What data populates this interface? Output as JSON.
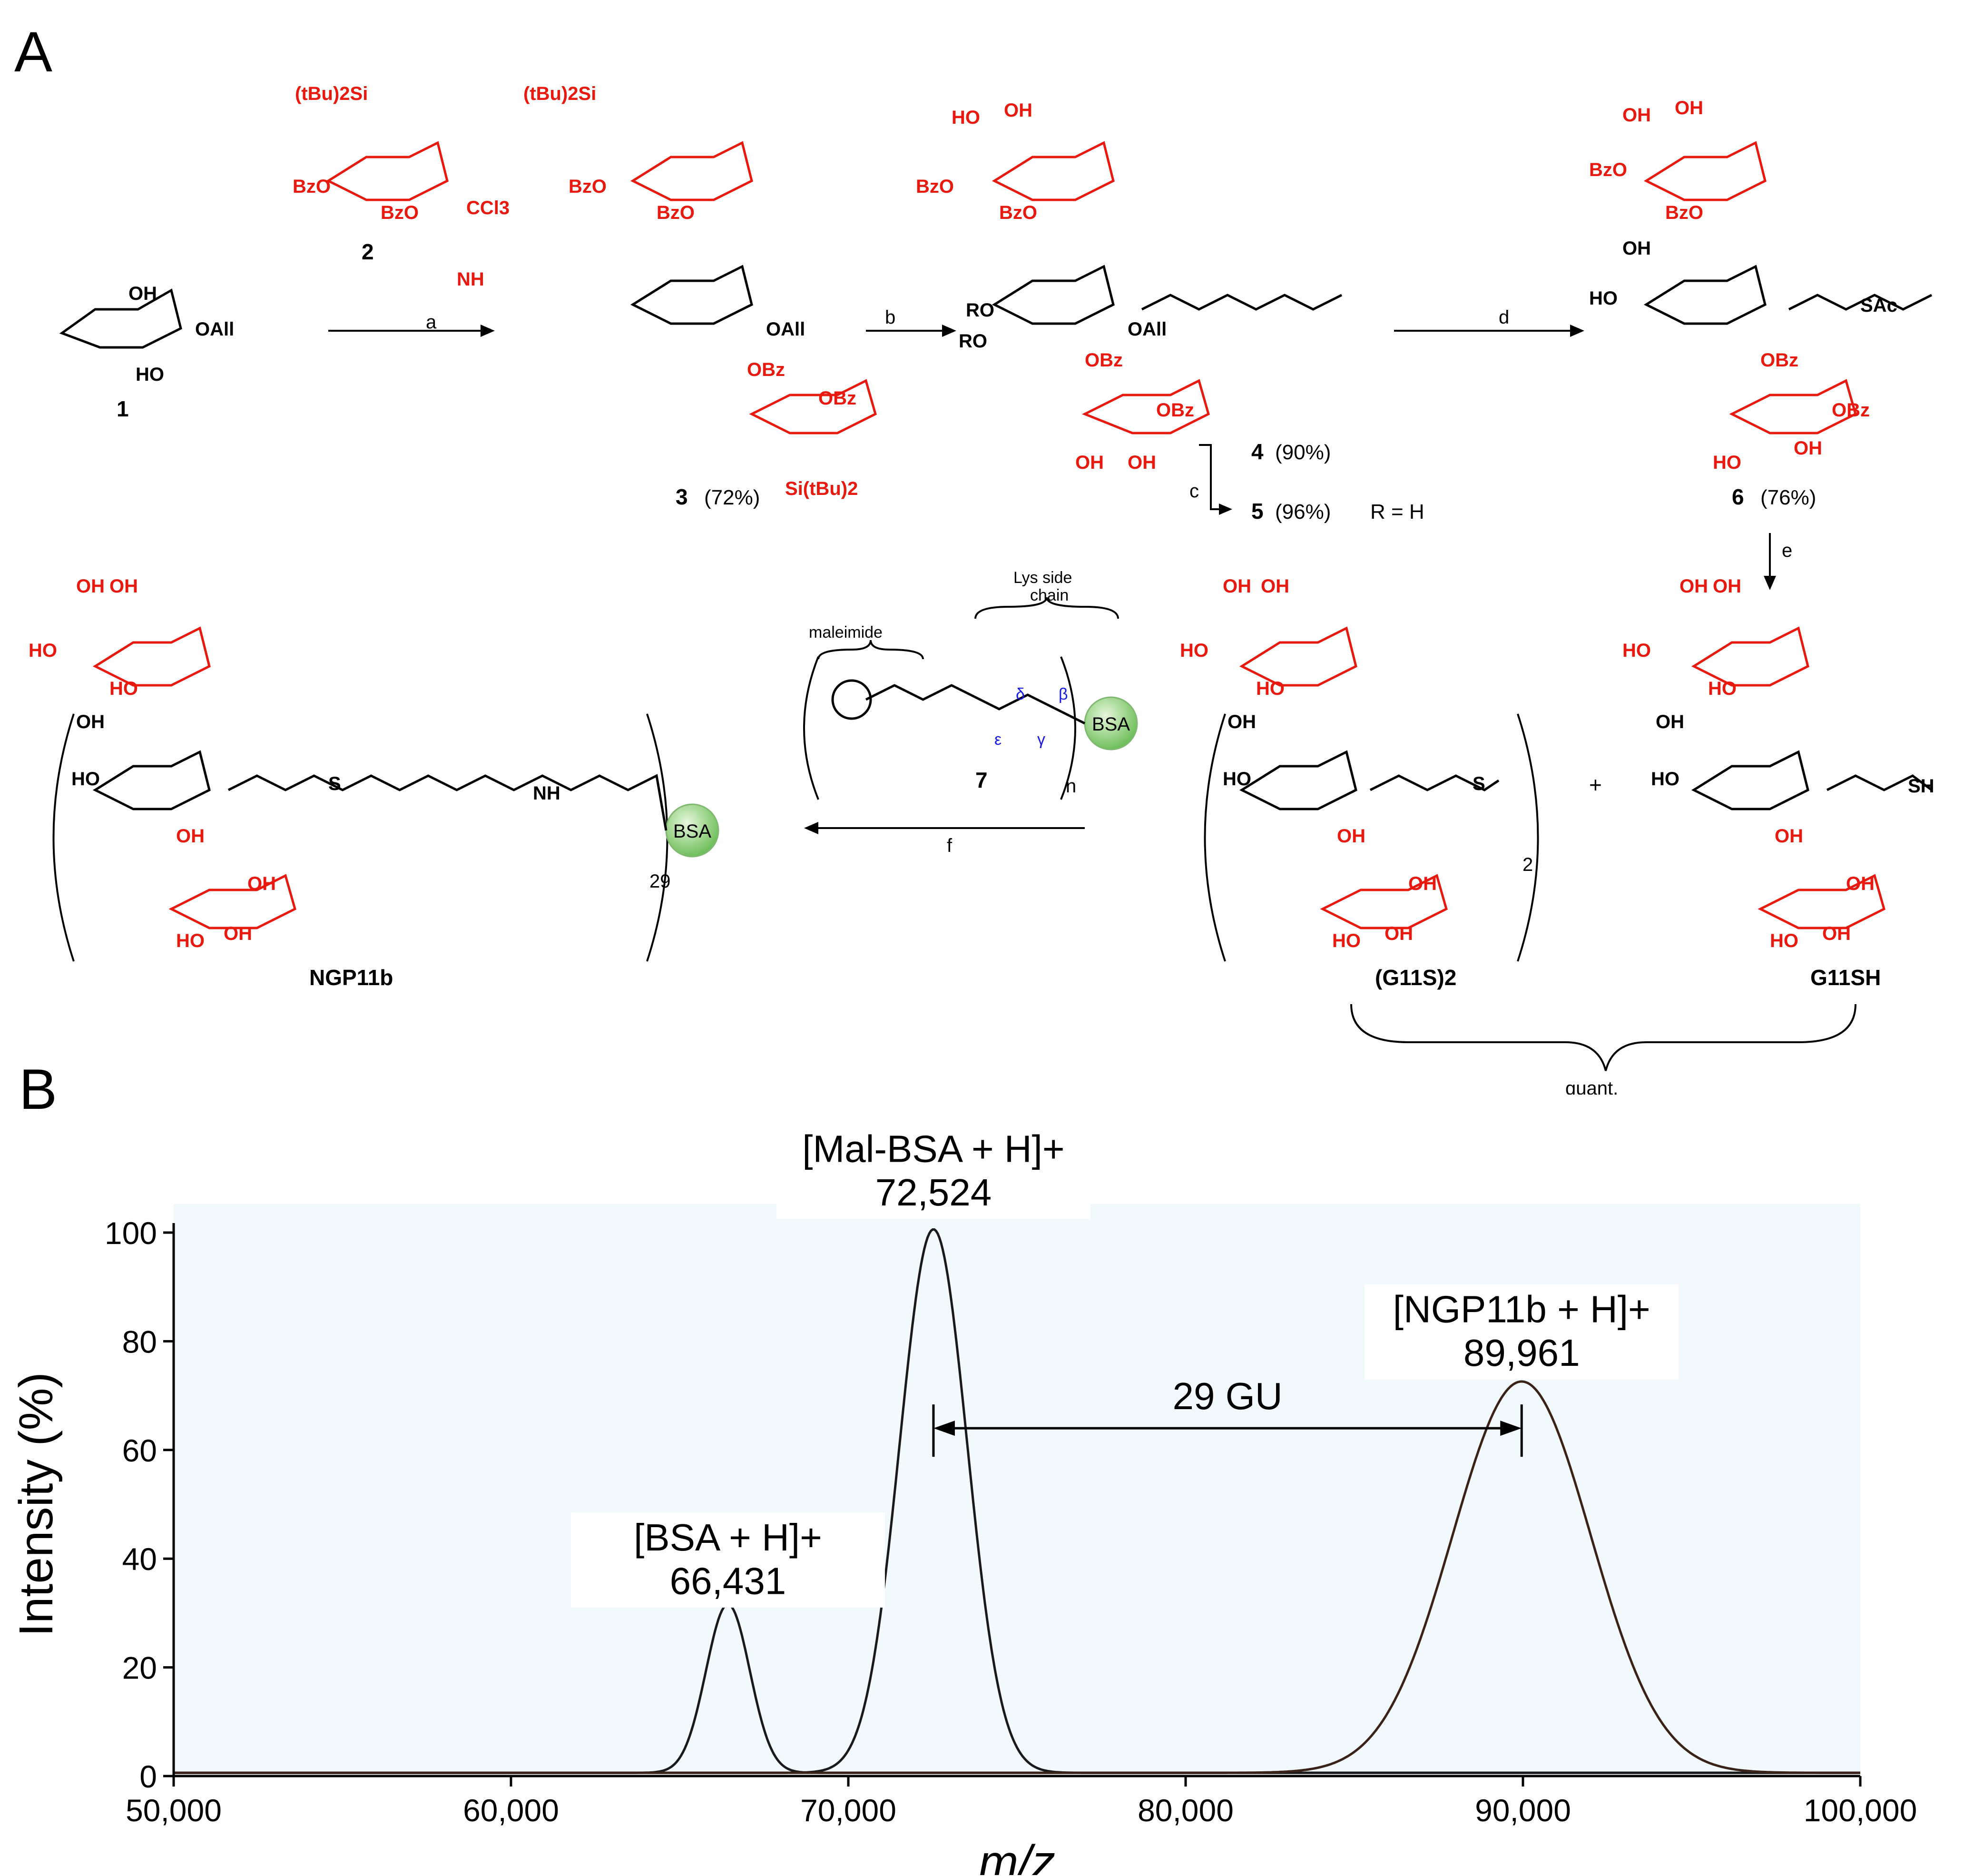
{
  "panel_a": {
    "letter": "A",
    "compounds": {
      "c1": "1",
      "c2": "2",
      "c3": "3",
      "c3_yield": "(72%)",
      "c4": "4",
      "c4_yield": "(90%)",
      "c5": "5",
      "c5_yield": "(96%)",
      "c5_r": "R = H",
      "c6": "6",
      "c6_yield": "(76%)",
      "c7": "7",
      "g11s2": "(G11S)2",
      "g11sh": "G11SH",
      "ngp": "NGP11b"
    },
    "steps": {
      "a": "a",
      "b": "b",
      "c": "c",
      "d": "d",
      "e": "e",
      "f": "f"
    },
    "labels": {
      "plus": "+",
      "quant": "quant.",
      "maleimide": "maleimide",
      "lys_side_1": "Lys side",
      "lys_side_2": "chain",
      "bsa": "BSA",
      "n": "n",
      "sub29": "29",
      "sub2": "2",
      "greek": [
        "δ",
        "β",
        "ε",
        "γ"
      ]
    },
    "groups": {
      "oall": "OAll",
      "oh": "OH",
      "ho": "HO",
      "bzo": "BzO",
      "obz": "OBz",
      "ccl3": "CCl3",
      "nh": "NH",
      "tbu2si": "(tBu)2Si",
      "si_tbu2": "Si(tBu)2",
      "ro": "RO",
      "sac": "SAc",
      "sh": "SH",
      "s": "S",
      "n_atom": "N",
      "o": "O",
      "h": "H"
    },
    "colors": {
      "glyco": "#e8190e",
      "lys": "#1a1ae6",
      "bsa_ball": "#9bd48a"
    }
  },
  "panel_b": {
    "letter": "B",
    "annotation_29gu": "29 GU",
    "peak_labels": [
      {
        "ion": "[BSA + H]+",
        "mz": "66,431"
      },
      {
        "ion": "[Mal-BSA + H]+",
        "mz": "72,524"
      },
      {
        "ion": "[NGP11b + H]+",
        "mz": "89,961"
      }
    ]
  },
  "chart_data": {
    "type": "line",
    "title": "",
    "xlabel": "m/z",
    "ylabel": "Intensity (%)",
    "xlim": [
      50000,
      100000
    ],
    "ylim": [
      0,
      100
    ],
    "x_ticks": [
      "50,000",
      "60,000",
      "70,000",
      "80,000",
      "90,000",
      "100,000"
    ],
    "y_ticks": [
      "0",
      "20",
      "40",
      "60",
      "80",
      "100"
    ],
    "grid": false,
    "plot_background": "#f2f9fc",
    "series": [
      {
        "peak_mz": 66431,
        "max_intensity": 31,
        "width_mz": 650,
        "color": "#1a1a1a"
      },
      {
        "peak_mz": 72524,
        "max_intensity": 100,
        "width_mz": 1000,
        "color": "#1a1a1a"
      },
      {
        "peak_mz": 89961,
        "max_intensity": 72,
        "width_mz": 2050,
        "color": "#3a2218"
      }
    ],
    "gap_annotation": {
      "from_mz": 72524,
      "to_mz": 89961,
      "label": "29 GU"
    }
  }
}
